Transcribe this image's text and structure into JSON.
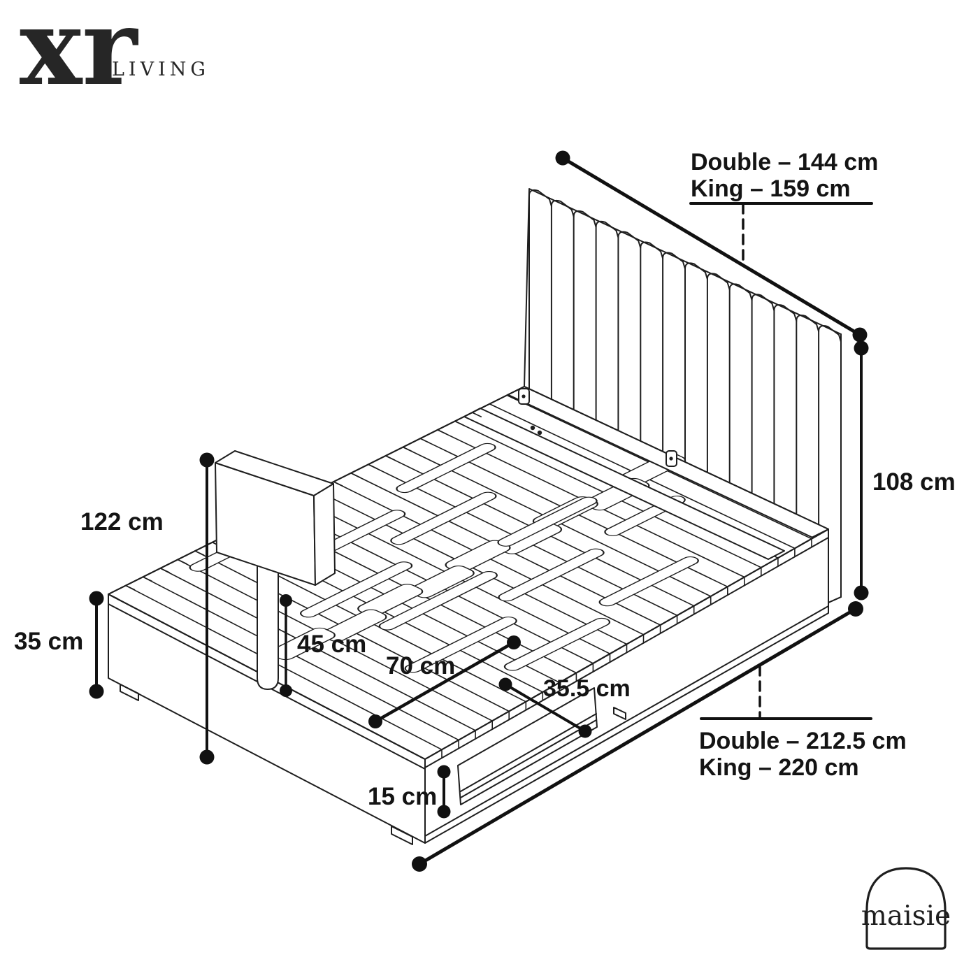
{
  "logo": {
    "main": "xr",
    "sub": "LIVING"
  },
  "badge": {
    "label": "maisie"
  },
  "dims": {
    "headboard_width_double": "Double – 144 cm",
    "headboard_width_king": "King – 159 cm",
    "headboard_height": "108 cm",
    "tv_mount_height": "122 cm",
    "base_height": "35 cm",
    "tv_bracket_height": "45 cm",
    "tv_clearance_width": "70 cm",
    "tv_cavity_depth": "35.5 cm",
    "tv_slot_height": "15 cm",
    "length_double": "Double – 212.5 cm",
    "length_king": "King – 220 cm"
  },
  "colors": {
    "line": "#1e1e1e",
    "label": "#141414",
    "background": "#ffffff"
  }
}
